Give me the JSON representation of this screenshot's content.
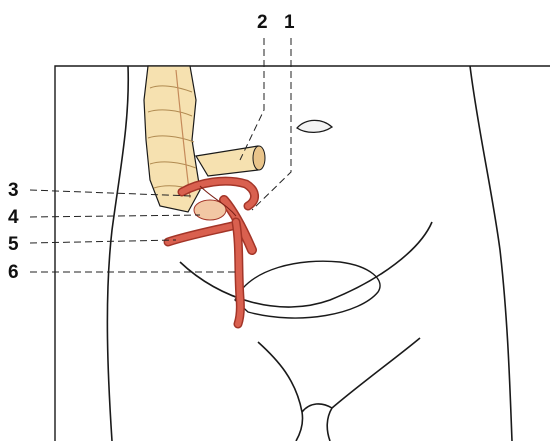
{
  "labels": {
    "top": [
      "2",
      "1"
    ],
    "left": [
      "3",
      "4",
      "5",
      "6"
    ]
  },
  "colors": {
    "colon": "#f6e1b0",
    "colon_shadow": "#d8b87a",
    "appendix": "#d9604f",
    "appendix_dark": "#a33528",
    "outline": "#1a1a1a"
  }
}
